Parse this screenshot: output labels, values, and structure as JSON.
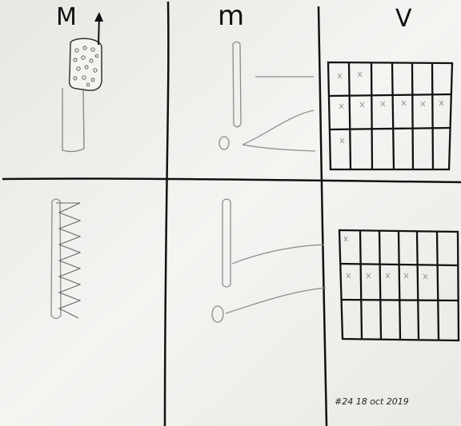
{
  "headers": {
    "col1": "M",
    "col2": "m",
    "col3": "V"
  },
  "footer_note": "#24  18 oct 2019",
  "colors": {
    "paper": "#f1f0ed",
    "ink": "#111111",
    "pencil": "#8a8a8a"
  },
  "icons": {
    "up-arrow": "arrow",
    "grid": "table-grid",
    "zigzag": "spring"
  }
}
